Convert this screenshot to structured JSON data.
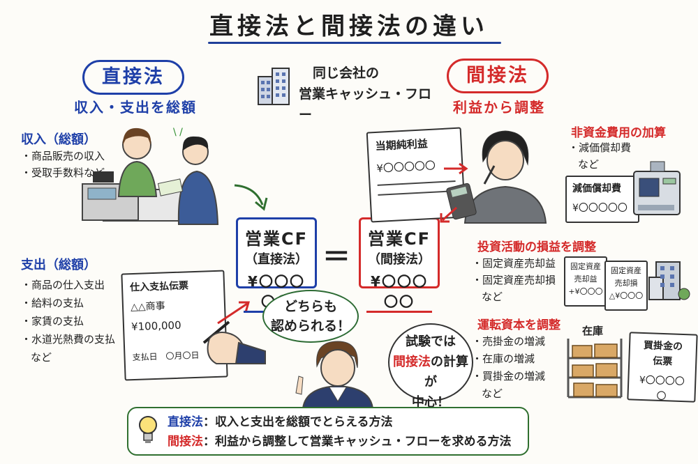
{
  "title": "直接法と間接法の違い",
  "direct": {
    "label": "直接法",
    "subtitle": "収入・支出を総額",
    "income_heading": "収入（総額）",
    "income_items": [
      "商品販売の収入",
      "受取手数料など"
    ],
    "expense_heading": "支出（総額）",
    "expense_items": [
      "商品の仕入支出",
      "給料の支払",
      "家賃の支払",
      "水道光熱費の支払"
    ],
    "expense_more": "など",
    "slip": {
      "title": "仕入支払伝票",
      "vendor": "△△商事",
      "amount": "¥100,000",
      "date": "支払日　〇月〇日"
    }
  },
  "center": {
    "line1": "同じ会社の",
    "line2": "営業キャッシュ・フロー",
    "cf_direct": {
      "title": "営業CF",
      "sub": "（直接法）",
      "amount": "¥〇〇〇〇〇"
    },
    "equals": "＝",
    "cf_indirect": {
      "title": "営業CF",
      "sub": "（間接法）",
      "amount": "¥〇〇〇〇〇"
    },
    "bubble_both": [
      "どちらも",
      "認められる！"
    ],
    "bubble_exam": [
      "試験では",
      "間接法",
      "の計算が",
      "中心！"
    ]
  },
  "indirect": {
    "label": "間接法",
    "subtitle": "利益から調整",
    "net_income_doc": {
      "title": "当期純利益",
      "amount": "¥〇〇〇〇〇"
    },
    "noncash_heading": "非資金費用の加算",
    "noncash_items": [
      "減価償却費"
    ],
    "noncash_more": "など",
    "depr_doc": {
      "title": "減価償却費",
      "amount": "¥〇〇〇〇〇"
    },
    "invest_heading": "投資活動の損益を調整",
    "invest_items": [
      "固定資産売却益",
      "固定資産売却損"
    ],
    "invest_more": "など",
    "gain_doc": {
      "line1": "固定資産",
      "line2": "売却益",
      "amount": "+¥〇〇〇"
    },
    "loss_doc": {
      "line1": "固定資産",
      "line2": "売却損",
      "amount": "△¥〇〇〇"
    },
    "wc_heading": "運転資本を調整",
    "wc_items": [
      "売掛金の増減",
      "在庫の増減",
      "買掛金の増減"
    ],
    "wc_more": "など",
    "inventory_label": "在庫",
    "payable_doc": {
      "line1": "買掛金の",
      "line2": "伝票",
      "amount": "¥〇〇〇〇〇"
    }
  },
  "summary": {
    "direct_term": "直接法",
    "direct_text": "：収入と支出を総額でとらえる方法",
    "indirect_term": "間接法",
    "indirect_text": "：利益から調整して営業キャッシュ・フローを求める方法"
  },
  "colors": {
    "direct": "#1e3fa8",
    "indirect": "#d42a2a",
    "accent": "#2f6f2f"
  }
}
